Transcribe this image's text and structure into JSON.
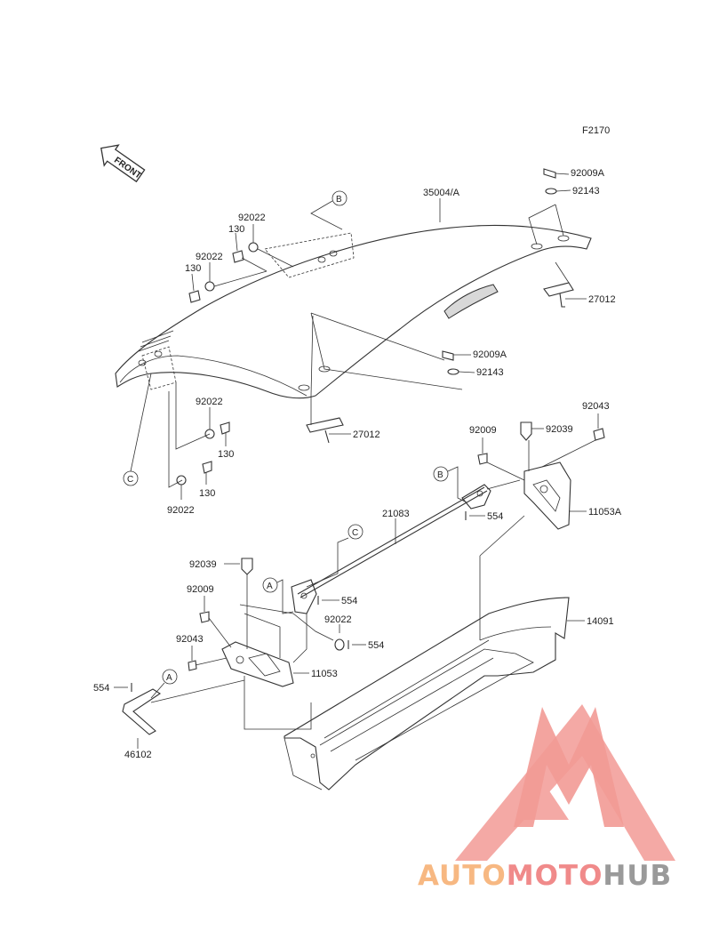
{
  "figure_code": "F2170",
  "front_label": "FRONT",
  "callouts": {
    "a": "A",
    "b": "B",
    "c": "C"
  },
  "parts": {
    "p35004A": "35004/A",
    "p92009A_top": "92009A",
    "p92143_top": "92143",
    "p27012_right": "27012",
    "p92009A_mid": "92009A",
    "p92143_mid": "92143",
    "p27012_mid": "27012",
    "p92022_a": "92022",
    "p130_a": "130",
    "p92022_b": "92022",
    "p130_b": "130",
    "p92022_c": "92022",
    "p130_c": "130",
    "p92022_d": "92022",
    "p130_d": "130",
    "p92043_right": "92043",
    "p92009_right": "92009",
    "p92039_right": "92039",
    "p11053A": "11053A",
    "p21083": "21083",
    "p554_a": "554",
    "p554_b": "554",
    "p554_c": "554",
    "p554_d": "554",
    "p92039_left": "92039",
    "p92009_left": "92009",
    "p92022_e": "92022",
    "p92043_left": "92043",
    "p11053": "11053",
    "p14091": "14091",
    "p46102": "46102"
  },
  "watermark": {
    "part1": "AUTO",
    "part2": "MOTO",
    "part3": "HUB",
    "colors": {
      "orange": "#f7b882",
      "red": "#f08a8a",
      "gray": "#9a9a9a",
      "logo": "#f29a95"
    }
  }
}
